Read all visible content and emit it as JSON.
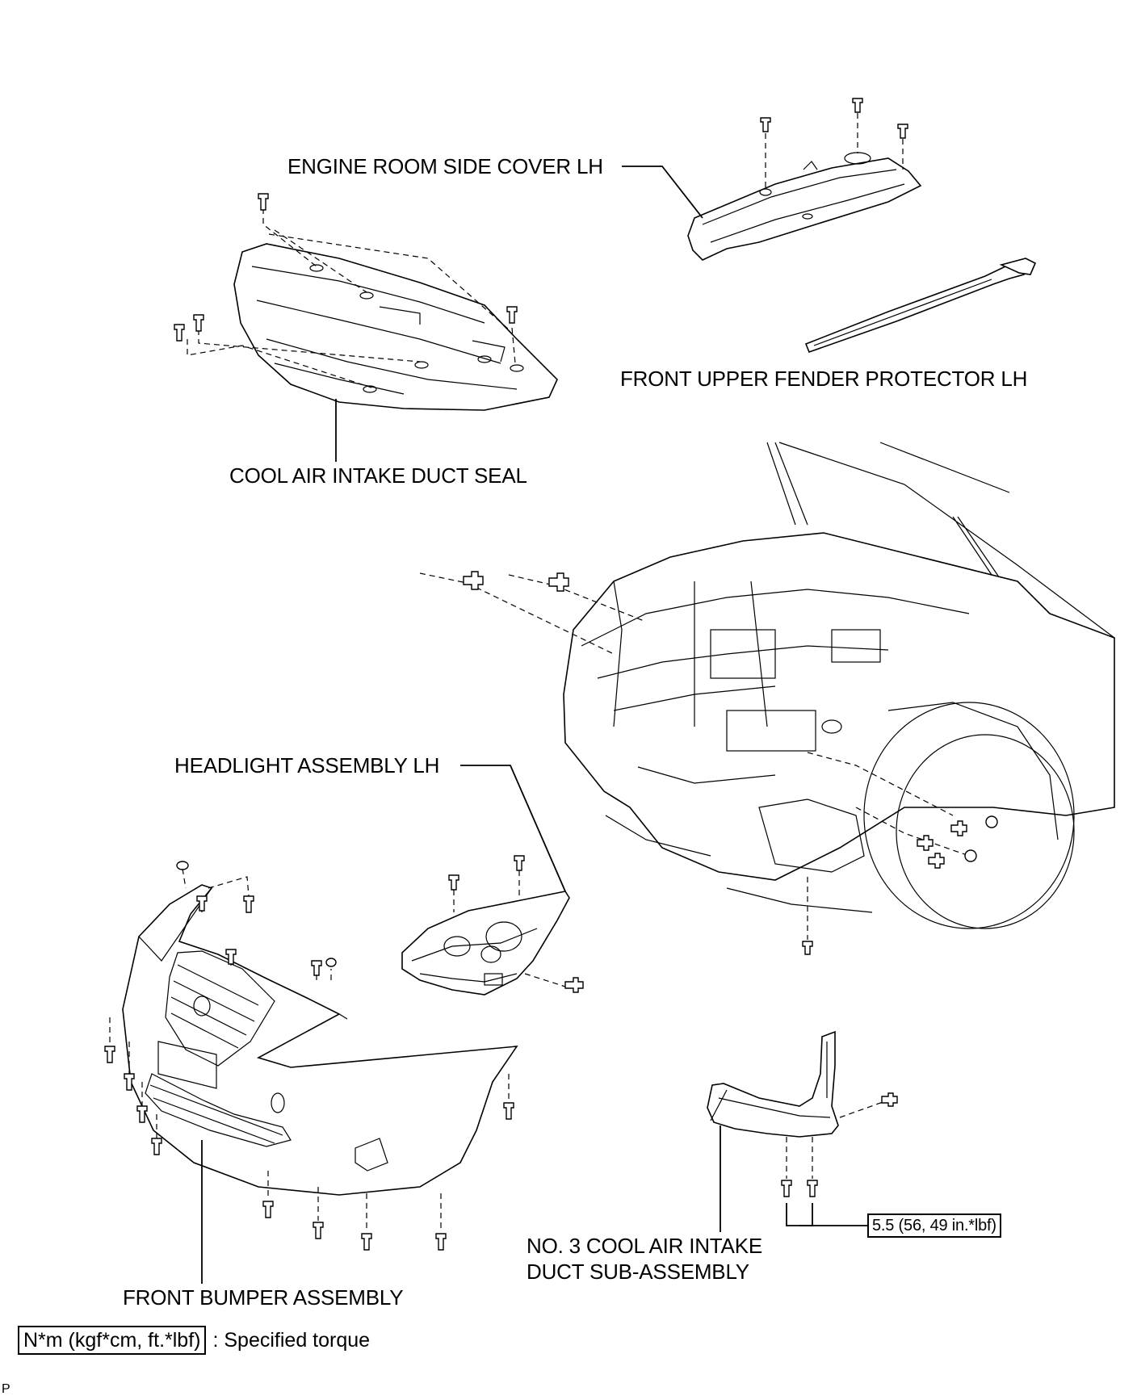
{
  "labels": {
    "engine_room_side_cover": "ENGINE ROOM SIDE COVER LH",
    "front_upper_fender_protector": "FRONT UPPER FENDER PROTECTOR LH",
    "cool_air_intake_duct_seal": "COOL AIR INTAKE DUCT SEAL",
    "headlight_assembly": "HEADLIGHT ASSEMBLY LH",
    "front_bumper_assembly": "FRONT BUMPER ASSEMBLY",
    "no3_duct_line1": "NO. 3 COOL AIR INTAKE",
    "no3_duct_line2": "DUCT SUB-ASSEMBLY"
  },
  "torque_spec": "5.5 (56, 49 in.*lbf)",
  "legend": {
    "unit_box": "N*m (kgf*cm, ft.*lbf)",
    "description": ": Specified torque"
  },
  "corner_mark": "P"
}
